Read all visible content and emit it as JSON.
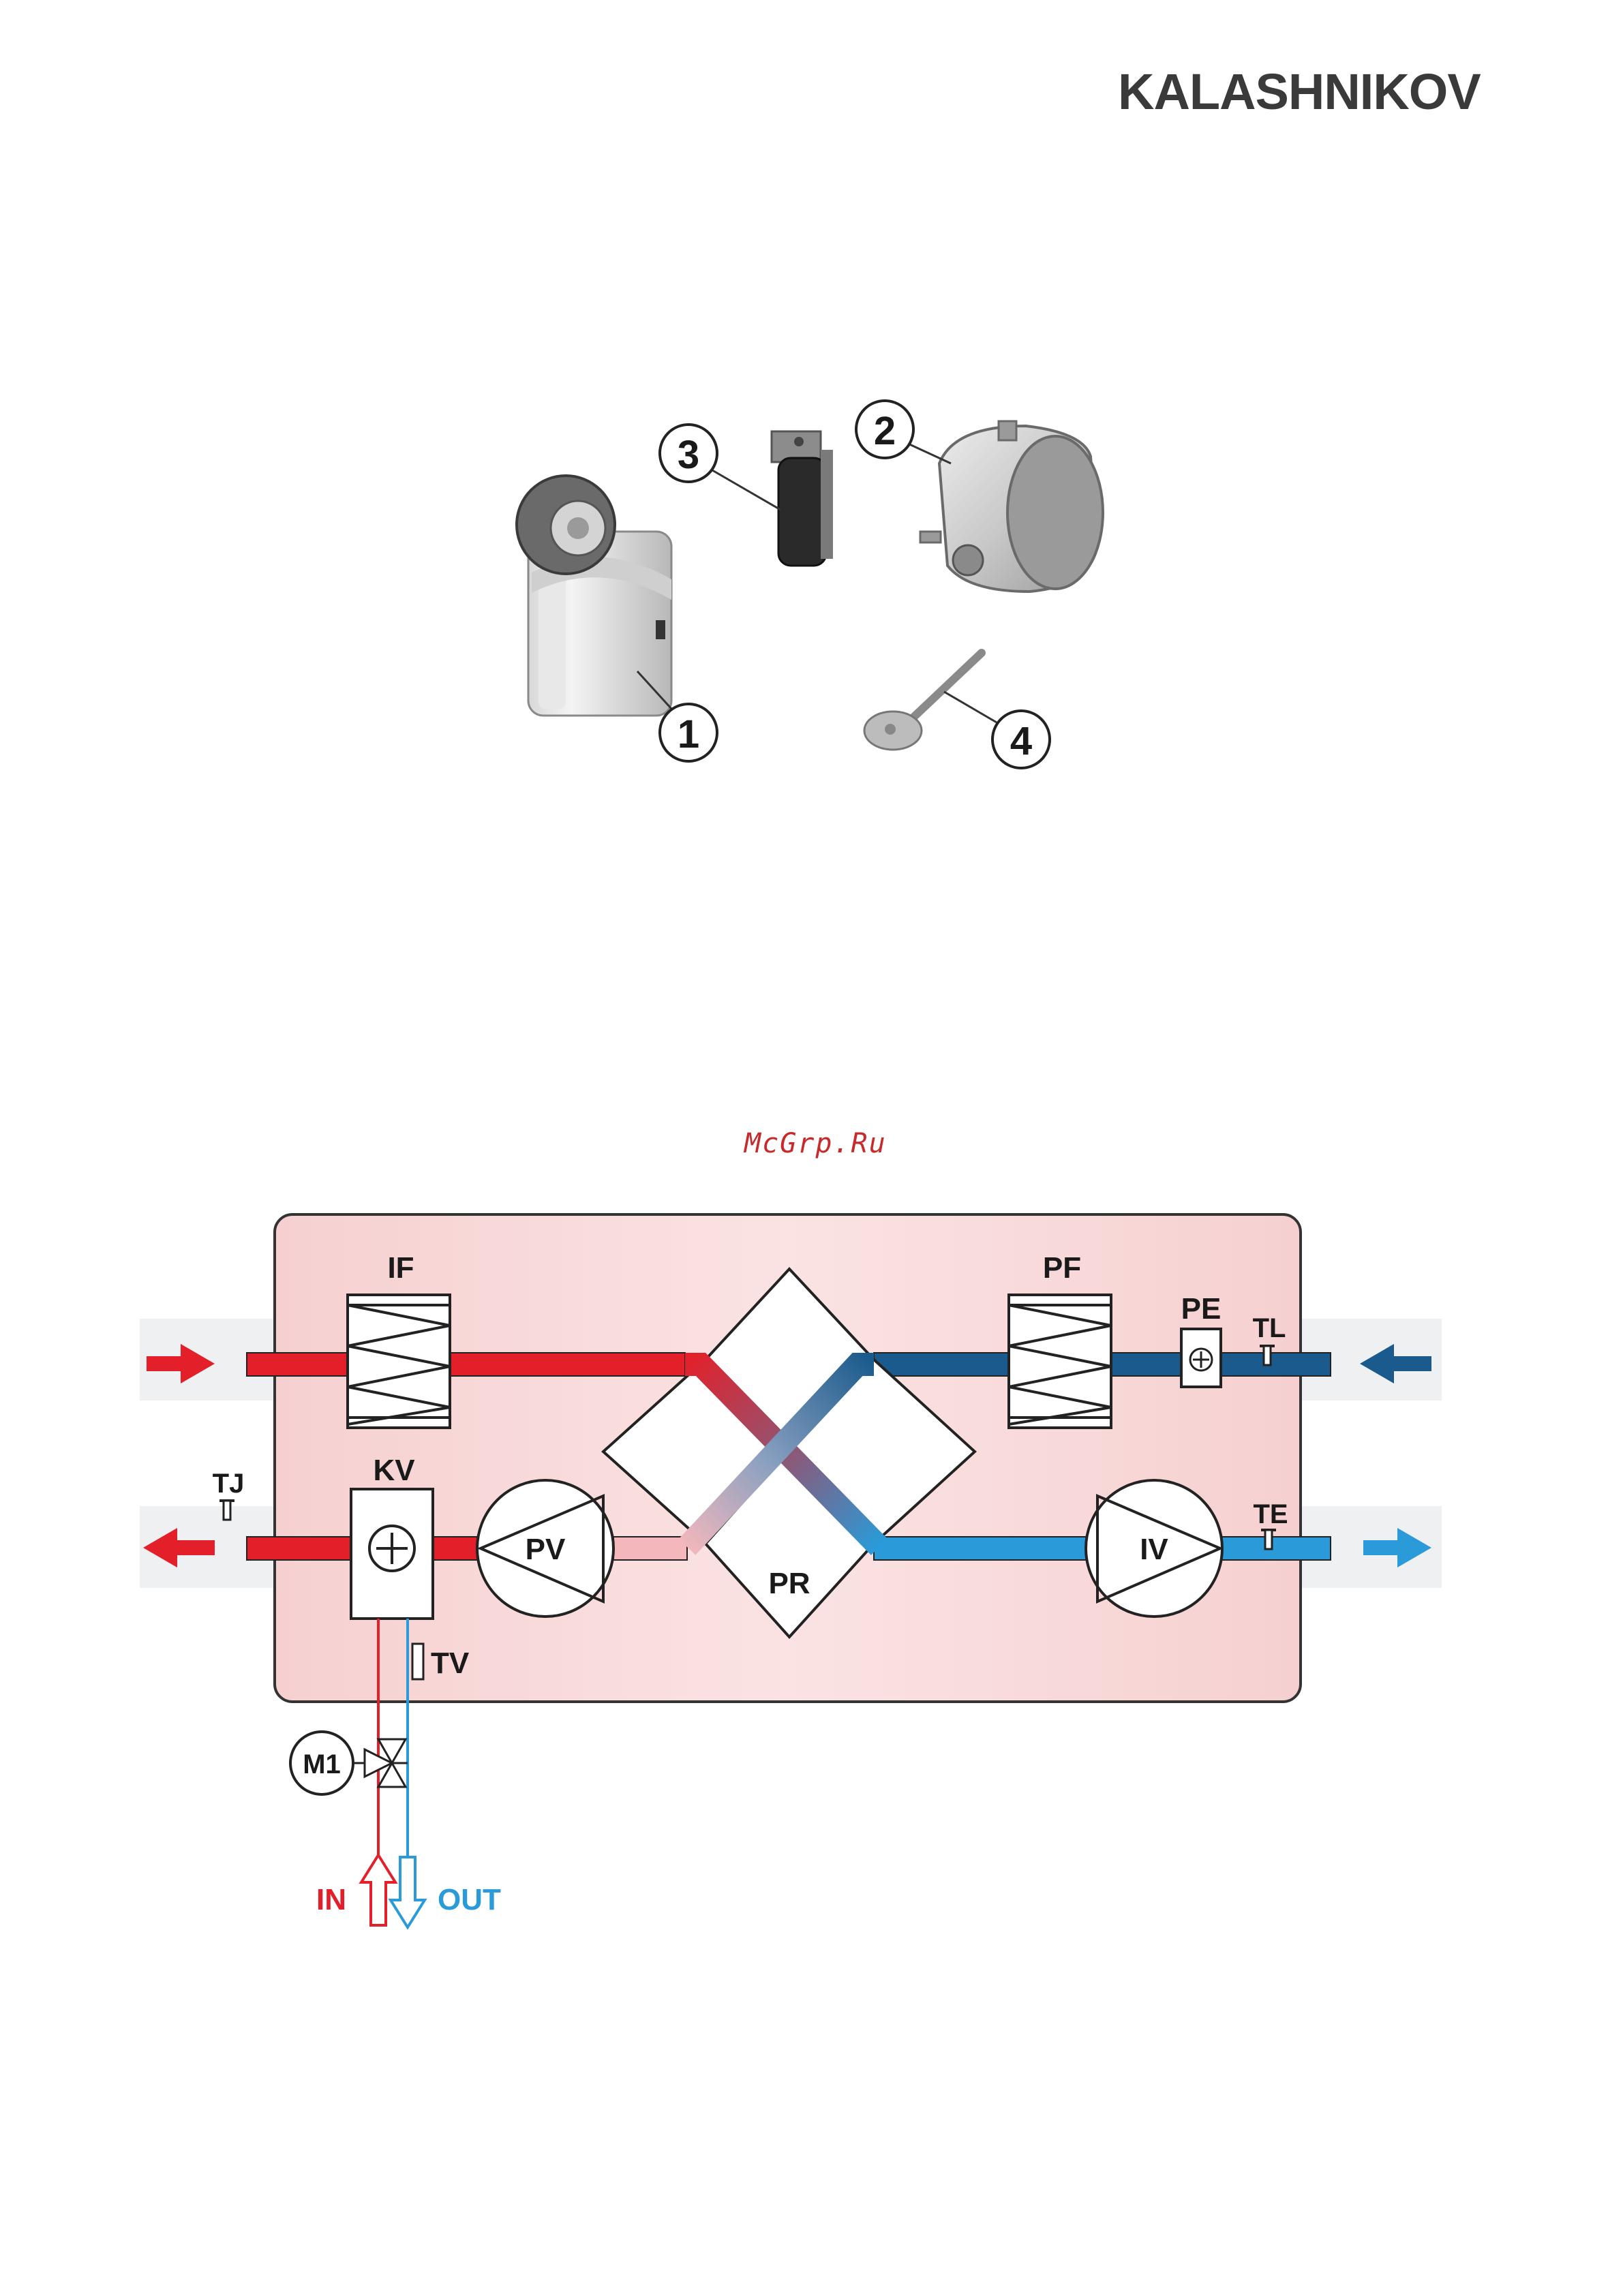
{
  "header": {
    "brand": "KALASHNIKOV"
  },
  "watermark": "McGrp.Ru",
  "components": {
    "callouts": [
      "1",
      "2",
      "3",
      "4"
    ]
  },
  "schematic": {
    "labels": {
      "intake_filter": "IF",
      "exhaust_filter": "PF",
      "preheater": "PE",
      "sensor_tl": "TL",
      "sensor_tj": "TJ",
      "water_coil": "KV",
      "supply_fan": "PV",
      "recuperator": "PR",
      "exhaust_fan": "IV",
      "sensor_te": "TE",
      "sensor_tv": "TV",
      "valve_motor": "M1",
      "water_in": "IN",
      "water_out": "OUT"
    },
    "colors": {
      "hot": "#e3202a",
      "cold_dark": "#1a5a8c",
      "cold_light": "#2a9ad8",
      "housing": "#f7d6d6",
      "duct": "#eef0f2"
    }
  }
}
